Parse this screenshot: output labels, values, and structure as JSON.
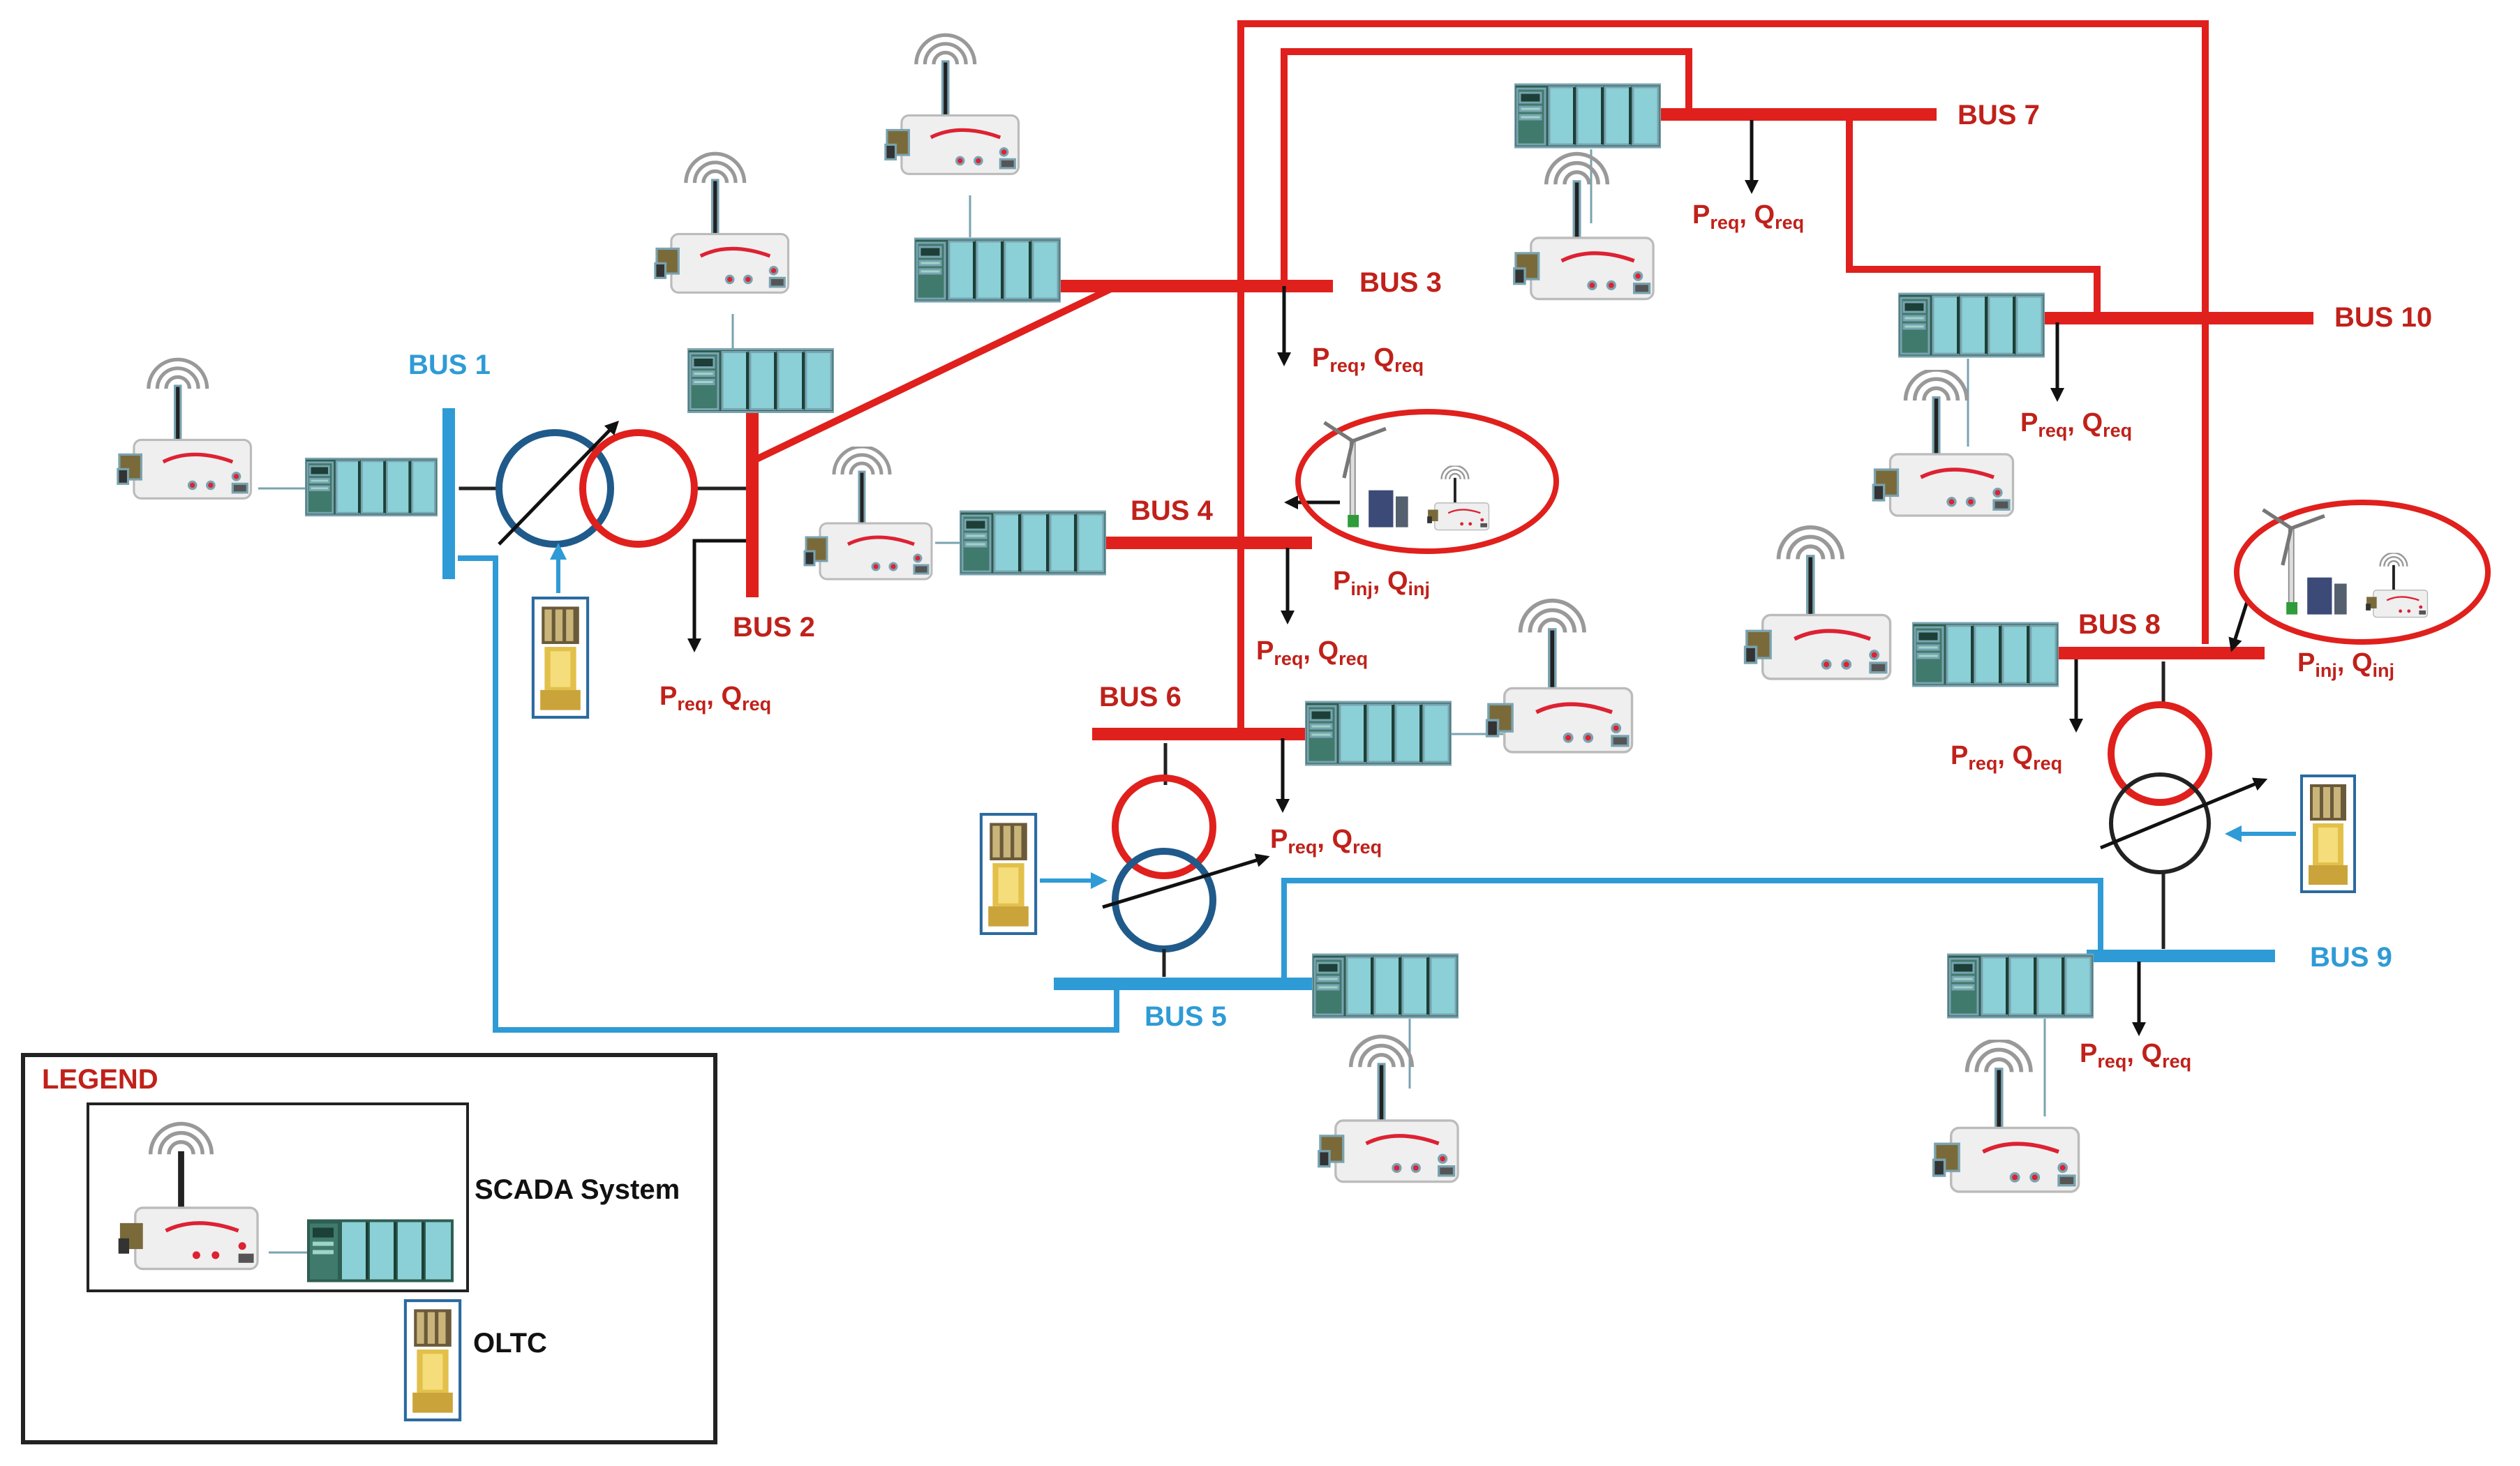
{
  "colors": {
    "red": "#e0201c",
    "blue": "#2f9bd6",
    "dark_red": "#c0211a",
    "bus_blue_text": "#2f9bd6",
    "black": "#111111",
    "ring_blue": "#1f5a8a"
  },
  "buses": {
    "bus1": "BUS 1",
    "bus2": "BUS 2",
    "bus3": "BUS 3",
    "bus4": "BUS 4",
    "bus5": "BUS 5",
    "bus6": "BUS 6",
    "bus7": "BUS 7",
    "bus8": "BUS 8",
    "bus9": "BUS 9",
    "bus10": "BUS 10"
  },
  "loads": {
    "p": "P",
    "q": "Q",
    "req": "req",
    "inj": "inj",
    "sep": ", "
  },
  "legend": {
    "title": "LEGEND",
    "scada": "SCADA System",
    "oltc": "OLTC"
  },
  "icons": {
    "antenna": "antenna-icon",
    "router": "router-icon",
    "plc": "plc-rack-icon",
    "oltc": "oltc-icon",
    "wind": "wind-turbine-icon"
  }
}
